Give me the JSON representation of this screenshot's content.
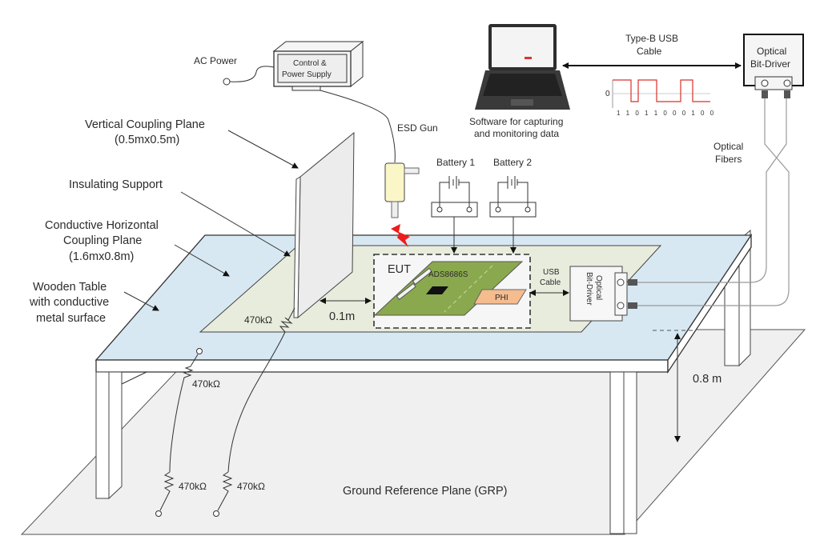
{
  "diagram": {
    "title": "ESD test setup for ADS8686S EUT",
    "colors": {
      "table_top": "#d7e8f2",
      "hcp": "#e8ecdc",
      "pcb": "#8aa94e",
      "phi": "#f5bc8e",
      "esd_gun_body": "#fbf6c8",
      "spark": "#ee1c1c",
      "grp": "#f0f0f0",
      "signal_wave": "#d9302a"
    },
    "labels": {
      "ac_power": "AC Power",
      "control_supply_line1": "Control &",
      "control_supply_line2": "Power Supply",
      "esd_gun": "ESD Gun",
      "vcp_line1": "Vertical Coupling Plane",
      "vcp_line2": "(0.5mx0.5m)",
      "insulating_support": "Insulating Support",
      "hcp_line1": "Conductive Horizontal",
      "hcp_line2": "Coupling Plane",
      "hcp_line3": "(1.6mx0.8m)",
      "table_line1": "Wooden Table",
      "table_line2": "with conductive",
      "table_line3": "metal surface",
      "software_line1": "Software for capturing",
      "software_line2": "and monitoring data",
      "usb_cable_line1": "Type-B USB",
      "usb_cable_line2": "Cable",
      "bit_driver_line1": "Optical",
      "bit_driver_line2": "Bit-Driver",
      "optical_fibers_line1": "Optical",
      "optical_fibers_line2": "Fibers",
      "battery1": "Battery 1",
      "battery2": "Battery 2",
      "eut": "EUT",
      "adc": "ADS8686S",
      "phi": "PHI",
      "usb_small_line1": "USB",
      "usb_small_line2": "Cable",
      "inner_driver_line1": "Optical",
      "inner_driver_line2": "Bit-Driver",
      "distance_vcp": "0.1m",
      "table_height": "0.8 m",
      "resistor_vcp": "470kΩ",
      "resistor_hcp_top": "470kΩ",
      "resistor_hcp_bottom": "470kΩ",
      "resistor_vcp_bottom": "470kΩ",
      "grp": "Ground Reference Plane (GRP)",
      "bit_stream": "1 1 0 1 1 0 0 0 1 0 0",
      "wave_axis_label": "0"
    }
  }
}
